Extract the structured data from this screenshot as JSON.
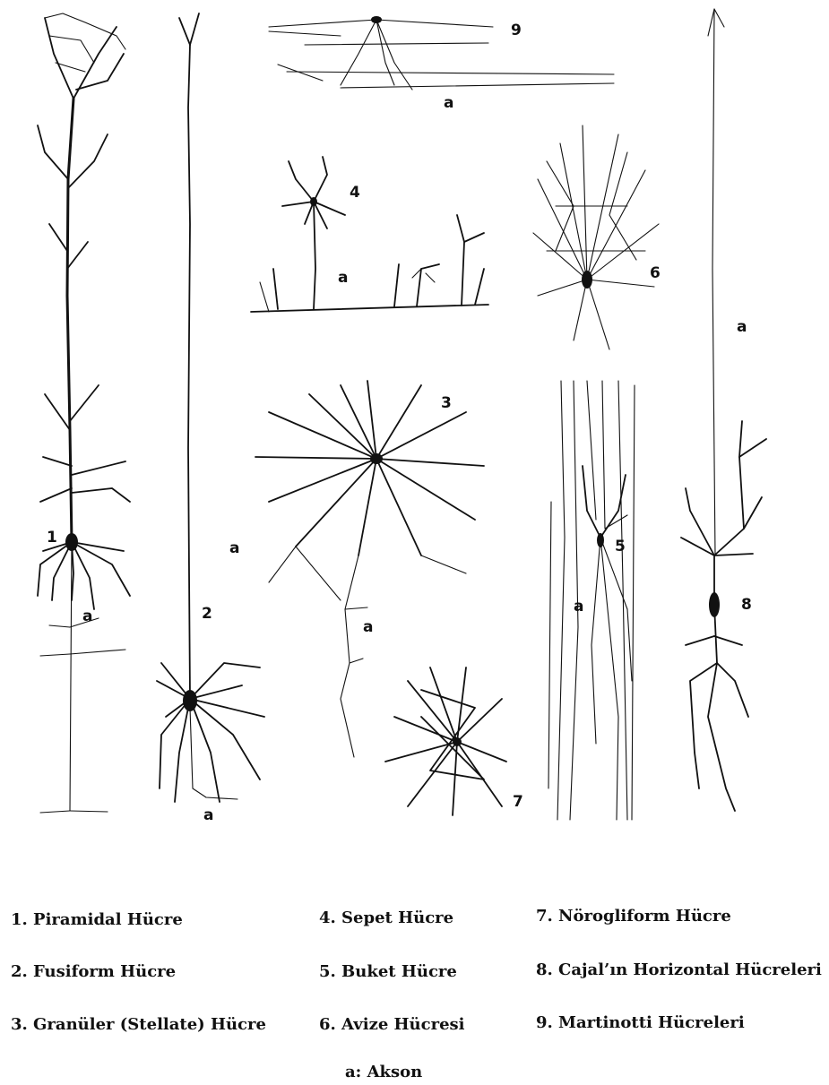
{
  "labels": {
    "n1": "1",
    "n2": "2",
    "n3": "3",
    "n4": "4",
    "n5": "5",
    "n6": "6",
    "n7": "7",
    "n8": "8",
    "n9": "9",
    "axon": "a"
  },
  "legend": {
    "col1": [
      "1. Piramidal Hücre",
      "2. Fusiform Hücre",
      "3. Granüler (Stellate) Hücre"
    ],
    "col2": [
      "4. Sepet Hücre",
      "5. Buket Hücre",
      "6. Avize Hücresi"
    ],
    "col3": [
      "7. Nörogliform Hücre",
      "8. Cajal’ın Horizontal Hücreleri",
      "9. Martinotti Hücreleri"
    ],
    "axon_note": "a: Akson"
  }
}
